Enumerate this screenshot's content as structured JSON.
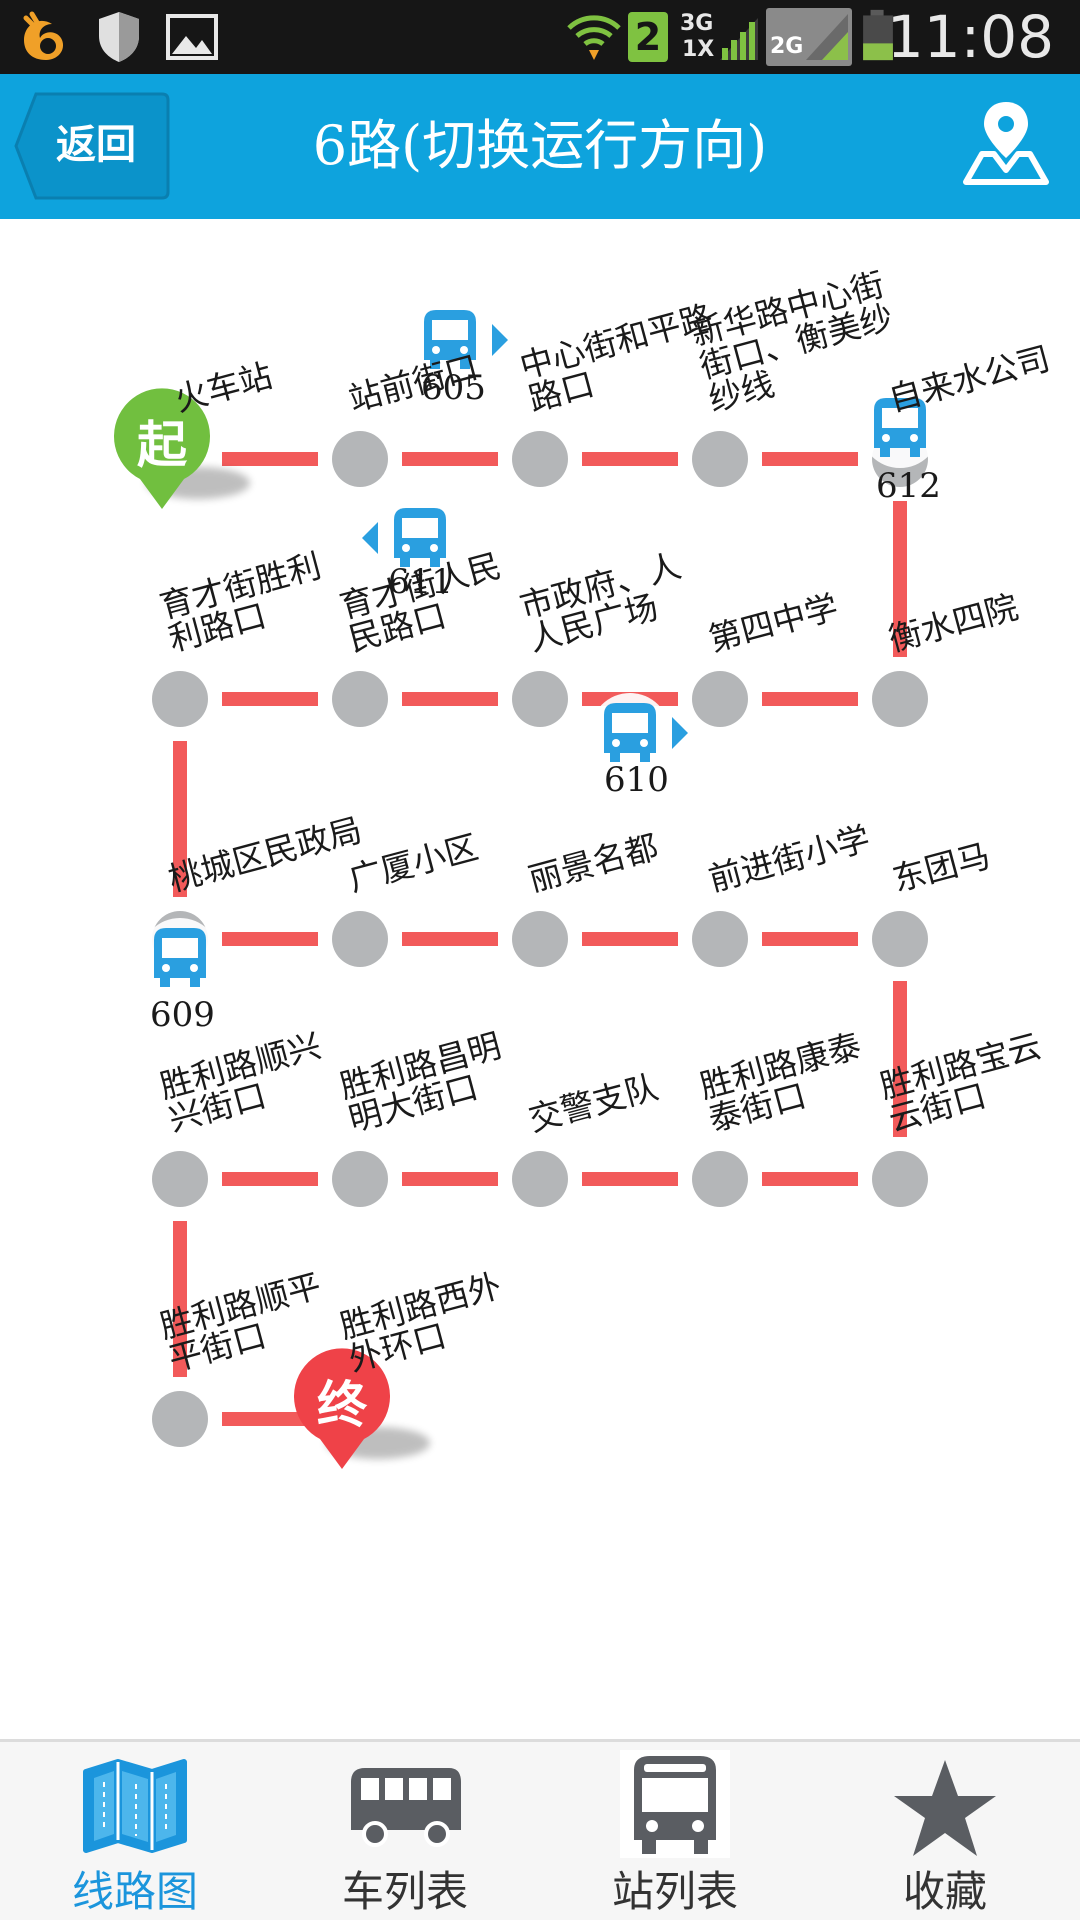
{
  "status_bar": {
    "time": "11:08",
    "sim_slot": "2",
    "network_3g": "3G",
    "network_1x": "1X",
    "network_2g": "2G",
    "icons": [
      "uc-browser-icon",
      "shield-icon",
      "image-icon",
      "wifi-icon",
      "signal-icon",
      "battery-icon"
    ]
  },
  "header": {
    "back_label": "返回",
    "title": "6路(切换运行方向)",
    "map_icon": "map-pin-icon"
  },
  "route": {
    "start_label": "起",
    "end_label": "终",
    "line_color": "#f25a5a",
    "stop_color": "#b4b6b8",
    "stops": [
      {
        "name": "火车站"
      },
      {
        "name": "站前街口"
      },
      {
        "name": "中心街和平路口"
      },
      {
        "name": "新华路中心街口、衡美纱线"
      },
      {
        "name": "自来水公司"
      },
      {
        "name": "衡水四院"
      },
      {
        "name": "第四中学"
      },
      {
        "name": "市政府、人民广场"
      },
      {
        "name": "育才街人民路口"
      },
      {
        "name": "育才街胜利路口"
      },
      {
        "name": "桃城区民政局"
      },
      {
        "name": "广厦小区"
      },
      {
        "name": "丽景名都"
      },
      {
        "name": "前进街小学"
      },
      {
        "name": "东团马"
      },
      {
        "name": "胜利路宝云街口"
      },
      {
        "name": "胜利路康泰街口"
      },
      {
        "name": "交警支队"
      },
      {
        "name": "胜利路昌明大街口"
      },
      {
        "name": "胜利路顺兴街口"
      },
      {
        "name": "胜利路顺平街口"
      },
      {
        "name": "胜利路西外环口"
      }
    ],
    "buses": [
      {
        "number": "605"
      },
      {
        "number": "612"
      },
      {
        "number": "611"
      },
      {
        "number": "610"
      },
      {
        "number": "609"
      }
    ]
  },
  "tabs": [
    {
      "label": "线路图",
      "icon": "map-icon",
      "active": true
    },
    {
      "label": "车列表",
      "icon": "bus-side-icon",
      "active": false
    },
    {
      "label": "站列表",
      "icon": "bus-front-icon",
      "active": false
    },
    {
      "label": "收藏",
      "icon": "star-icon",
      "active": false
    }
  ],
  "colors": {
    "header_bg": "#0ea3dd",
    "active_tab": "#1b95dc",
    "status_bar_bg": "#161616"
  }
}
